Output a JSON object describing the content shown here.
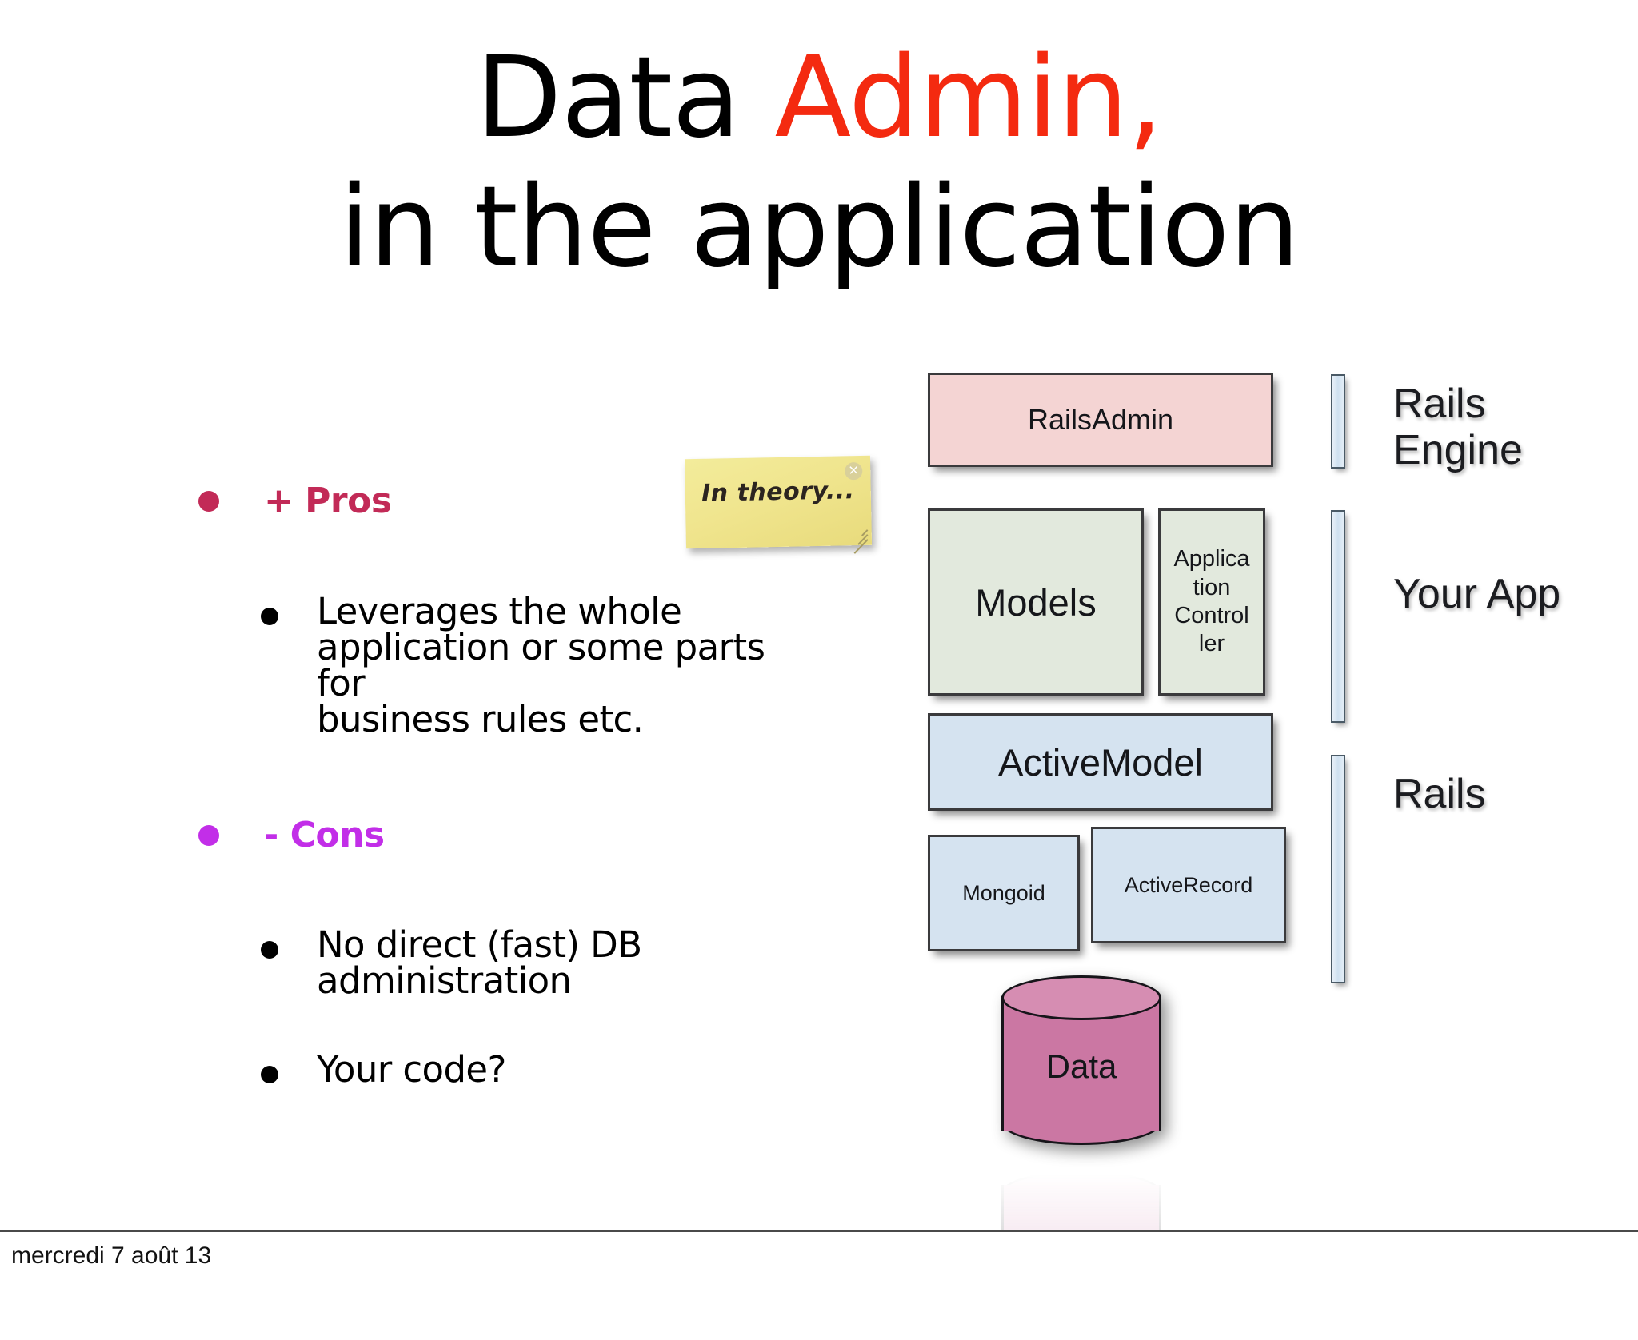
{
  "slide": {
    "title": {
      "line1_plain": "Data ",
      "line1_accent": "Admin,",
      "line2": "in the application",
      "accent_color": "#F42A10"
    },
    "bullets": [
      {
        "level": 1,
        "label": "+ Pros",
        "color": "#C22A57",
        "bullet_icon": "filled-circle-bullet"
      },
      {
        "level": 2,
        "label": "Leverages the whole application or some parts for business rules etc.",
        "lines": [
          "Leverages the whole",
          "application or some parts for",
          "business rules etc."
        ],
        "color": "#000000",
        "bullet_icon": "filled-circle-bullet"
      },
      {
        "level": 1,
        "label": "- Cons",
        "color": "#C22EE8",
        "bullet_icon": "filled-circle-bullet"
      },
      {
        "level": 2,
        "label": "No direct (fast) DB administration",
        "lines": [
          "No direct (fast) DB",
          "administration"
        ],
        "color": "#000000",
        "bullet_icon": "filled-circle-bullet"
      },
      {
        "level": 2,
        "label": "Your code?",
        "lines": [
          "Your code?"
        ],
        "color": "#000000",
        "bullet_icon": "filled-circle-bullet"
      }
    ],
    "sticky_note": {
      "text": "In theory...",
      "close_icon": "close-circle-icon",
      "close_glyph": "×",
      "resize_icon": "resize-grip-icon",
      "background_color": "#F0E58E"
    },
    "diagram": {
      "boxes": [
        {
          "id": "railsadmin",
          "label": "RailsAdmin",
          "color": "#F4D4D3",
          "layer": "Rails Engine"
        },
        {
          "id": "models",
          "label": "Models",
          "color": "#E2E9DD",
          "layer": "Your App"
        },
        {
          "id": "appcontroller",
          "label": "Applica\ntion\nControl\nler",
          "label_lines": [
            "Applica",
            "tion",
            "Control",
            "ler"
          ],
          "color": "#E2E9DD",
          "layer": "Your App"
        },
        {
          "id": "activemodel",
          "label": "ActiveModel",
          "color": "#D5E3F0",
          "layer": "Rails"
        },
        {
          "id": "mongoid",
          "label": "Mongoid",
          "color": "#D5E3F0",
          "layer": "Rails"
        },
        {
          "id": "activerecord",
          "label": "ActiveRecord",
          "color": "#D5E3F0",
          "layer": "Rails"
        }
      ],
      "side_labels": [
        {
          "id": "engine",
          "lines": [
            "Rails",
            "Engine"
          ],
          "label": "Rails Engine"
        },
        {
          "id": "yourapp",
          "lines": [
            "Your App"
          ],
          "label": "Your App"
        },
        {
          "id": "rails",
          "lines": [
            "Rails"
          ],
          "label": "Rails"
        }
      ],
      "datastore": {
        "label": "Data",
        "color": "#CB77A3",
        "top_color": "#D68DB2"
      }
    },
    "footer": {
      "date": "mercredi 7 août 13"
    }
  }
}
